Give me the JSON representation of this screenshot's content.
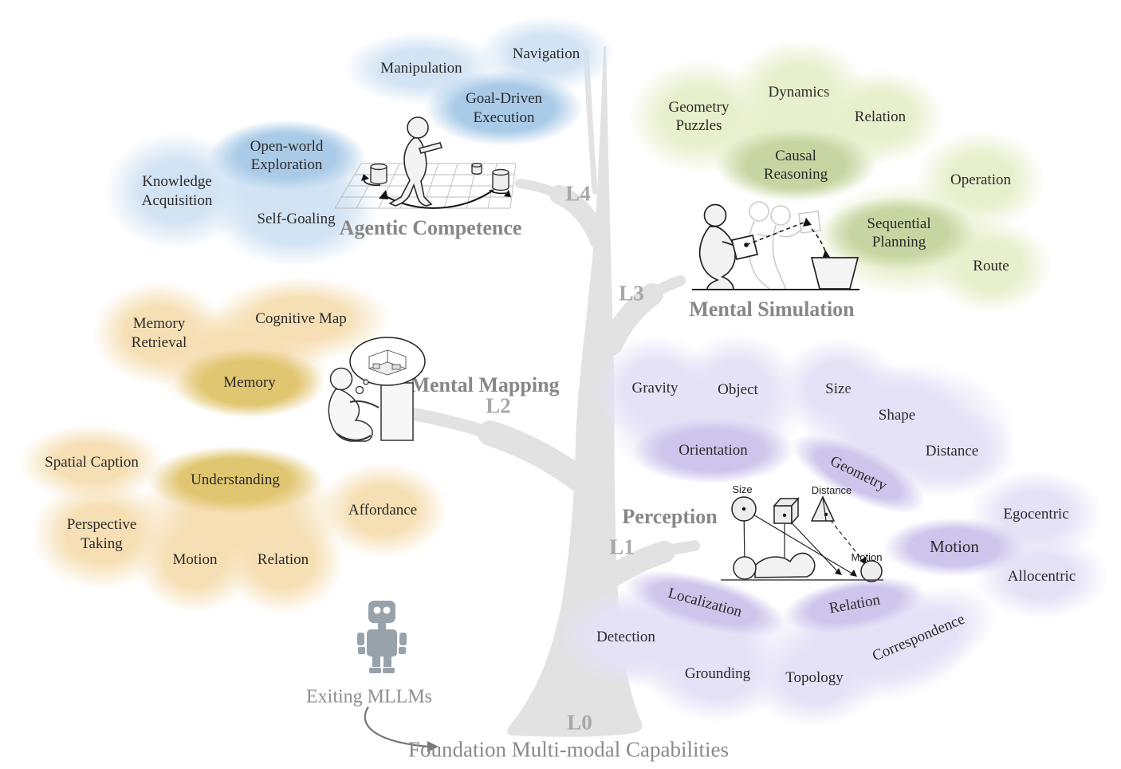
{
  "figure": {
    "levels": {
      "l0": "L0",
      "l1": "L1",
      "l2": "L2",
      "l3": "L3",
      "l4": "L4"
    },
    "footer": {
      "existing": "Exiting MLLMs",
      "foundation": "Foundation Multi-modal Capabilities"
    }
  },
  "clusters": {
    "agentic": {
      "title": "Agentic Competence",
      "nodes": {
        "manipulation": "Manipulation",
        "navigation": "Navigation",
        "goal_driven": "Goal-Driven\nExecution",
        "open_world": "Open-world\nExploration",
        "knowledge": "Knowledge\nAcquisition",
        "self_goaling": "Self-Goaling"
      }
    },
    "mapping": {
      "title": "Mental Mapping",
      "nodes": {
        "memory_retrieval": "Memory\nRetrieval",
        "cognitive_map": "Cognitive Map",
        "memory": "Memory",
        "spatial_caption": "Spatial Caption",
        "understanding": "Understanding",
        "affordance": "Affordance",
        "perspective_taking": "Perspective\nTaking",
        "motion": "Motion",
        "relation": "Relation"
      }
    },
    "simulation": {
      "title": "Mental Simulation",
      "nodes": {
        "geometry_puzzles": "Geometry\nPuzzles",
        "dynamics": "Dynamics",
        "relation": "Relation",
        "causal_reasoning": "Causal\nReasoning",
        "operation": "Operation",
        "sequential_planning": "Sequential\nPlanning",
        "route": "Route"
      }
    },
    "perception": {
      "title": "Perception",
      "nodes": {
        "gravity": "Gravity",
        "object": "Object",
        "orientation": "Orientation",
        "size": "Size",
        "shape": "Shape",
        "distance": "Distance",
        "geometry": "Geometry",
        "egocentric": "Egocentric",
        "motion": "Motion",
        "allocentric": "Allocentric",
        "localization": "Localization",
        "detection": "Detection",
        "grounding": "Grounding",
        "relation": "Relation",
        "topology": "Topology",
        "correspondence": "Correspondence"
      }
    }
  },
  "illustrations": {
    "perception_labels": {
      "size": "Size",
      "distance": "Distance",
      "motion": "Motion"
    }
  },
  "colors": {
    "agentic_light": "#d2e3f4",
    "agentic_dark": "#a9cbe8",
    "mapping_light": "#f6dfb4",
    "mapping_dark": "#e1c671",
    "simulation_light": "#e8efcc",
    "simulation_dark": "#c7d5a2",
    "perception_light": "#e5e2f7",
    "perception_dark": "#cdc5ec",
    "trunk": "#e2e2e2",
    "label_gray": "#878787"
  }
}
